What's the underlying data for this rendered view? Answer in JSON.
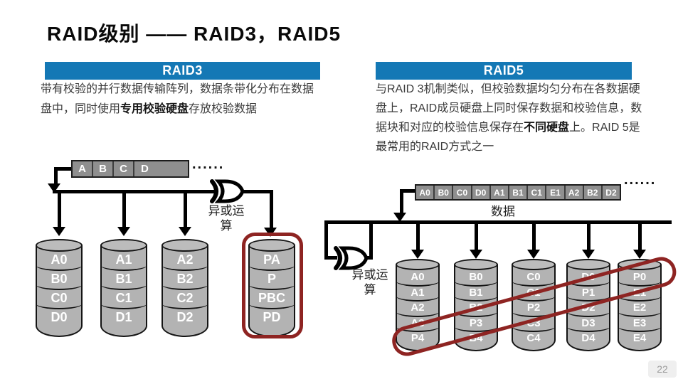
{
  "page": {
    "title": "RAID级别 —— RAID3，RAID5",
    "page_number": "22"
  },
  "colors": {
    "header_blue": "#1478B5",
    "highlight_red": "#8E2422",
    "disk_gray": "#B3B3B3",
    "strip_gray": "#8F8F8F",
    "line_black": "#000000"
  },
  "raid3": {
    "header": "RAID3",
    "description_segments": [
      {
        "text": "带有校验的并行数据传输阵列，数据条带化分布在数据\n盘中，同时使用",
        "bold": false
      },
      {
        "text": "专用校验硬盘",
        "bold": true
      },
      {
        "text": "存放校验数据",
        "bold": false
      }
    ],
    "strip_cells": [
      "A",
      "B",
      "C",
      "D"
    ],
    "dots": "......",
    "xor_label_line1": "异或运",
    "xor_label_line2": "算",
    "disks": [
      {
        "rows": [
          "A0",
          "B0",
          "C0",
          "D0"
        ],
        "highlight": false
      },
      {
        "rows": [
          "A1",
          "B1",
          "C1",
          "D1"
        ],
        "highlight": false
      },
      {
        "rows": [
          "A2",
          "B2",
          "C2",
          "D2"
        ],
        "highlight": false
      },
      {
        "rows": [
          "PA",
          "P",
          "PBC",
          "PD"
        ],
        "highlight": true
      }
    ]
  },
  "raid5": {
    "header": "RAID5",
    "description_segments": [
      {
        "text": "与RAID 3机制类似，但校验数据均匀分布在各数据硬\n盘上，RAID成员硬盘上同时保存数据和校验信息，数\n据块和对应的校验信息保存在",
        "bold": false
      },
      {
        "text": "不同硬盘",
        "bold": true
      },
      {
        "text": "上。RAID 5是\n最常用的RAID方式之一",
        "bold": false
      }
    ],
    "strip_cells": [
      "A0",
      "B0",
      "C0",
      "D0",
      "A1",
      "B1",
      "C1",
      "E1",
      "A2",
      "B2",
      "D2"
    ],
    "dots": "......",
    "data_label": "数据",
    "xor_label_line1": "异或运",
    "xor_label_line2": "算",
    "disks": [
      {
        "rows": [
          "A0",
          "A1",
          "A2",
          "A3",
          "P4"
        ],
        "parity_row": 4
      },
      {
        "rows": [
          "B0",
          "B1",
          "B2",
          "P3",
          "B4"
        ],
        "parity_row": 3
      },
      {
        "rows": [
          "C0",
          "C1",
          "P2",
          "C3",
          "C4"
        ],
        "parity_row": 2
      },
      {
        "rows": [
          "D0",
          "P1",
          "D2",
          "D3",
          "D4"
        ],
        "parity_row": 1
      },
      {
        "rows": [
          "P0",
          "E1",
          "E2",
          "E3",
          "E4"
        ],
        "parity_row": 0
      }
    ]
  }
}
